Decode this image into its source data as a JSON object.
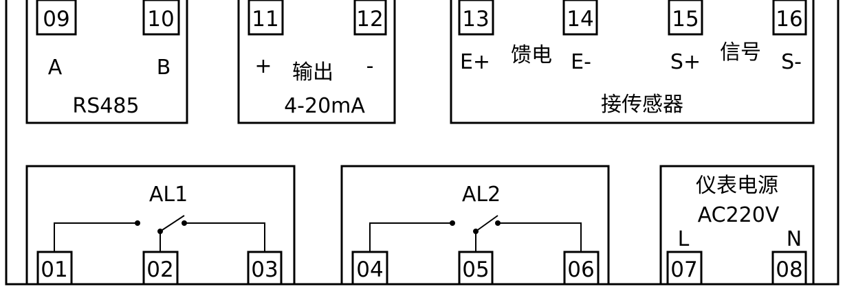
{
  "terminals": {
    "t01": "01",
    "t02": "02",
    "t03": "03",
    "t04": "04",
    "t05": "05",
    "t06": "06",
    "t07": "07",
    "t08": "08",
    "t09": "09",
    "t10": "10",
    "t11": "11",
    "t12": "12",
    "t13": "13",
    "t14": "14",
    "t15": "15",
    "t16": "16"
  },
  "rs485": {
    "a": "A",
    "b": "B",
    "title": "RS485"
  },
  "output": {
    "plus": "+",
    "title": "输出",
    "minus": "-",
    "range": "4-20mA"
  },
  "sensor": {
    "e_plus": "E+",
    "feed": "馈电",
    "e_minus": "E-",
    "s_plus": "S+",
    "signal": "信号",
    "s_minus": "S-",
    "title": "接传感器"
  },
  "al1": {
    "title": "AL1"
  },
  "al2": {
    "title": "AL2"
  },
  "power": {
    "title": "仪表电源",
    "voltage": "AC220V",
    "l": "L",
    "n": "N"
  }
}
